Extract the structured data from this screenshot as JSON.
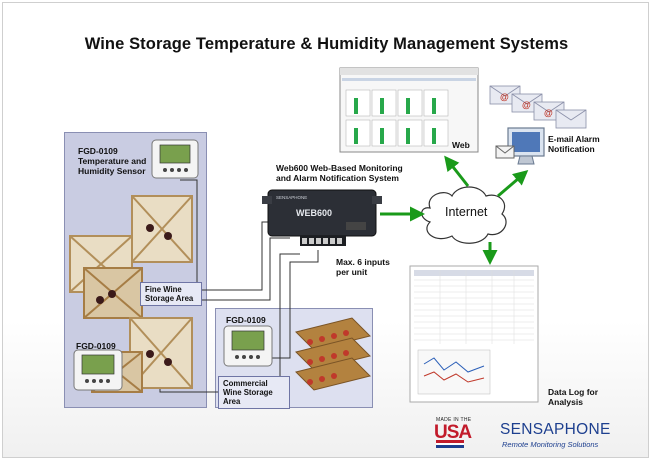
{
  "title": "Wine Storage Temperature & Humidity Management Systems",
  "sensor_top": {
    "model": "FGD-0109",
    "name": "Temperature and Humidity Sensor"
  },
  "sensor_bottom": {
    "model": "FGD-0109"
  },
  "sensor_commercial": {
    "model": "FGD-0109"
  },
  "area_fine": "Fine Wine Storage Area",
  "area_commercial": "Commercial Wine Storage Area",
  "web600": {
    "label": "Web600 Web-Based Monitoring and Alarm Notification System",
    "device_brand": "SENSAPHONE",
    "device_logo": "WEB600"
  },
  "inputs_note": "Max. 6 inputs per unit",
  "internet": "Internet",
  "web_label": "Web",
  "email_label": "E-mail Alarm Notification",
  "datalog_label": "Data Log for Analysis",
  "made_in": "MADE IN THE",
  "usa": "USA",
  "brand": {
    "name": "SENSAPHONE",
    "tagline": "Remote Monitoring Solutions",
    "color": "#1d3f8f"
  },
  "colors": {
    "arrow": "#1a9a1a",
    "panel": "#c9cce2",
    "panel_light": "#dde0f0"
  },
  "icons": [
    "sensor-display-icon",
    "wine-rack-icon",
    "web600-device-icon",
    "cloud-icon",
    "envelope-icon",
    "computer-monitor-icon",
    "web-dashboard-icon",
    "data-log-icon",
    "us-flag-icon"
  ]
}
